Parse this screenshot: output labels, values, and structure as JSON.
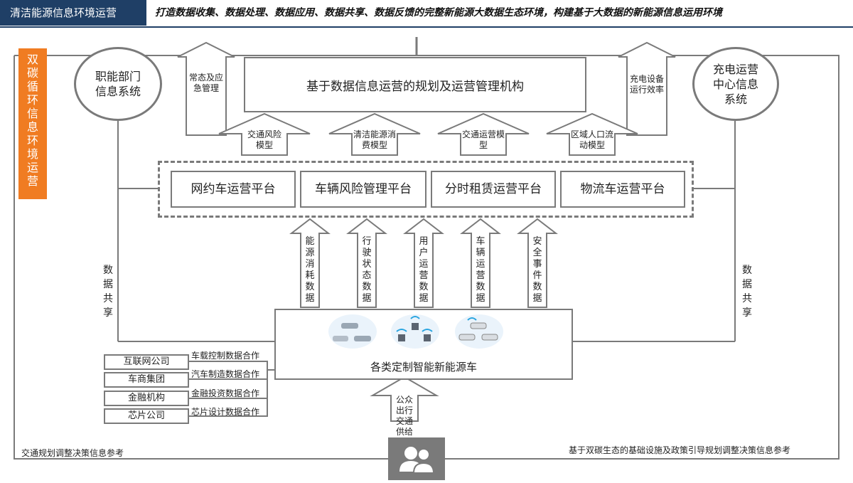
{
  "header": {
    "tab_title": "清洁能源信息环境运营",
    "slogan": "打造数据收集、数据处理、数据应用、数据共享、数据反馈的完整新能源大数据生态环境，构建基于大数据的新能源信息运用环境"
  },
  "side_label": "双碳循环信息环境运营",
  "left_circle": "职能部门信息系统",
  "right_circle": "充电运营中心信息系统",
  "top_box": "基于数据信息运营的规划及运营管理机构",
  "left_arrow_label": "常态及应急管理",
  "right_arrow_label": "充电设备运行效率",
  "models": [
    "交通风险模型",
    "清洁能源消费模型",
    "交通运营模型",
    "区域人口流动模型"
  ],
  "platforms": [
    "网约车运营平台",
    "车辆风险管理平台",
    "分时租赁运营平台",
    "物流车运营平台"
  ],
  "data_flows": [
    "能源消耗数据",
    "行驶状态数据",
    "用户运营数据",
    "车辆运营数据",
    "安全事件数据"
  ],
  "left_share": "数据共享",
  "right_share": "数据共享",
  "vehicle_box": "各类定制智能新能源车",
  "public_arrow": "公众出行交通供给",
  "partners": [
    {
      "name": "互联网公司",
      "coop": "车载控制数据合作"
    },
    {
      "name": "车商集团",
      "coop": "汽车制造数据合作"
    },
    {
      "name": "金融机构",
      "coop": "金融投资数据合作"
    },
    {
      "name": "芯片公司",
      "coop": "芯片设计数据合作"
    }
  ],
  "footer": {
    "left": "交通规划调整决策信息参考",
    "right": "基于双碳生态的基础设施及政策引导规划调整决策信息参考"
  },
  "colors": {
    "navy": "#1f3f66",
    "orange": "#f07c22",
    "gray": "#7a7a7a"
  },
  "icons": [
    "people-icon",
    "car-fleet-icon",
    "vehicle-signal-icon",
    "car-group-icon"
  ]
}
